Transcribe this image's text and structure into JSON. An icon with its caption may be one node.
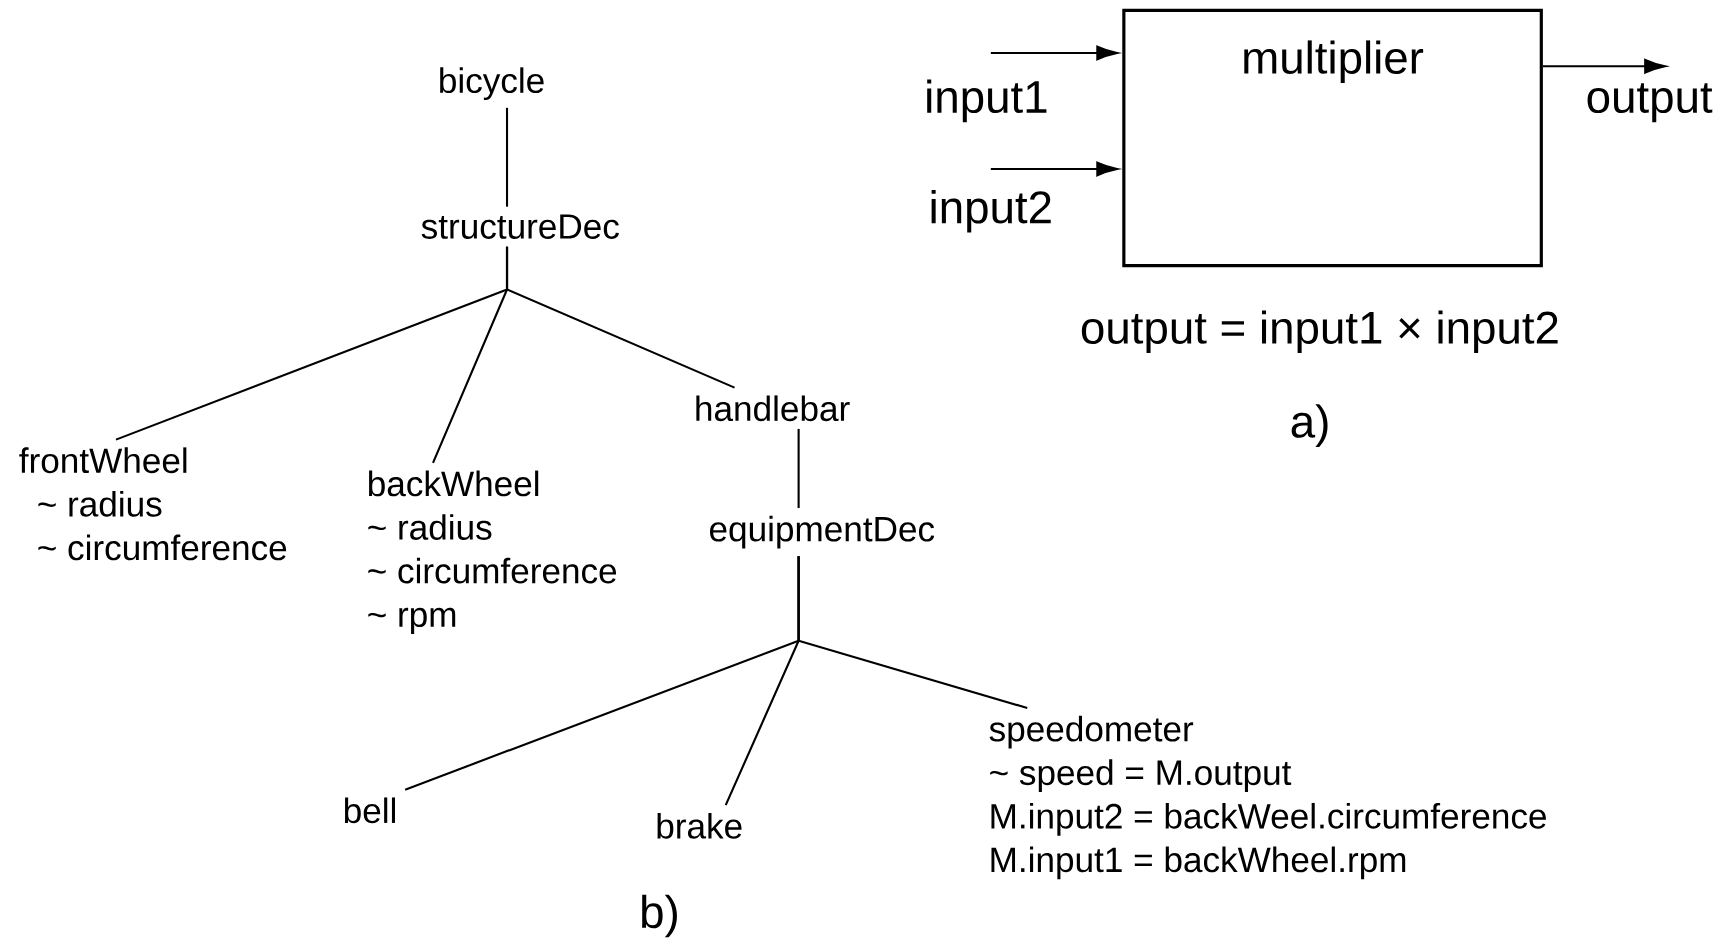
{
  "diagram": {
    "nodes": [
      {
        "text": [
          "bicycle"
        ]
      },
      {
        "text": [
          "structureDec"
        ]
      },
      {
        "text": [
          "frontWheel",
          "~ radius",
          "~ circumference"
        ]
      },
      {
        "text": [
          "backWheel",
          "~ radius",
          "~ circumference",
          "~ rpm"
        ]
      },
      {
        "text": [
          "handlebar"
        ]
      },
      {
        "text": [
          "equipmentDec"
        ]
      },
      {
        "text": [
          "bell"
        ]
      },
      {
        "text": [
          "brake"
        ]
      },
      {
        "text": [
          "speedometer",
          "~ speed = M.output",
          "M.input2 = backWeel.circumference",
          "M.input1 = backWheel.rpm"
        ]
      },
      {
        "text": [
          "multiplier"
        ]
      }
    ],
    "edges": [
      {
        "from": 0,
        "to": 1,
        "arrow": "none"
      },
      {
        "from": 1,
        "to": 2,
        "arrow": "none"
      },
      {
        "from": 1,
        "to": 3,
        "arrow": "none"
      },
      {
        "from": 1,
        "to": 4,
        "arrow": "none"
      },
      {
        "from": 4,
        "to": 5,
        "arrow": "none"
      },
      {
        "from": 5,
        "to": 6,
        "arrow": "none"
      },
      {
        "from": 5,
        "to": 7,
        "arrow": "none"
      },
      {
        "from": 5,
        "to": 8,
        "arrow": "none"
      },
      {
        "from": null,
        "to": 9,
        "arrow": "to",
        "label": "input1"
      },
      {
        "from": null,
        "to": 9,
        "arrow": "to",
        "label": "input2"
      },
      {
        "from": 9,
        "to": null,
        "arrow": "to",
        "label": "output"
      }
    ],
    "labels": [
      "output = input1 × input2",
      "a)",
      "b)"
    ]
  }
}
